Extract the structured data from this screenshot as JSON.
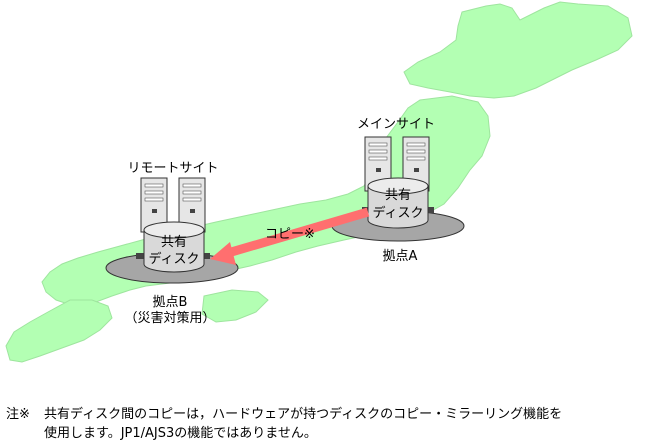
{
  "site_a": {
    "title": "メインサイト",
    "disk_line1": "共有",
    "disk_line2": "ディスク",
    "location": "拠点A"
  },
  "site_b": {
    "title": "リモートサイト",
    "disk_line1": "共有",
    "disk_line2": "ディスク",
    "location": "拠点B",
    "purpose": "（災害対策用）"
  },
  "copy_arrow": {
    "label": "コピー※"
  },
  "note": {
    "marker": "注※",
    "line1": "共有ディスク間のコピーは，ハードウェアが持つディスクのコピー・ミラーリング機能を",
    "line2": "使用します。JP1/AJS3の機能ではありません。"
  },
  "colors": {
    "land": "#b3ffb3",
    "land_outline": "#8fd98f",
    "ground_shadow": "#a6a6a6",
    "arrow": "#ff6f6f",
    "server_body": "#e6e6e6",
    "disk_body": "#d9d9d9"
  }
}
